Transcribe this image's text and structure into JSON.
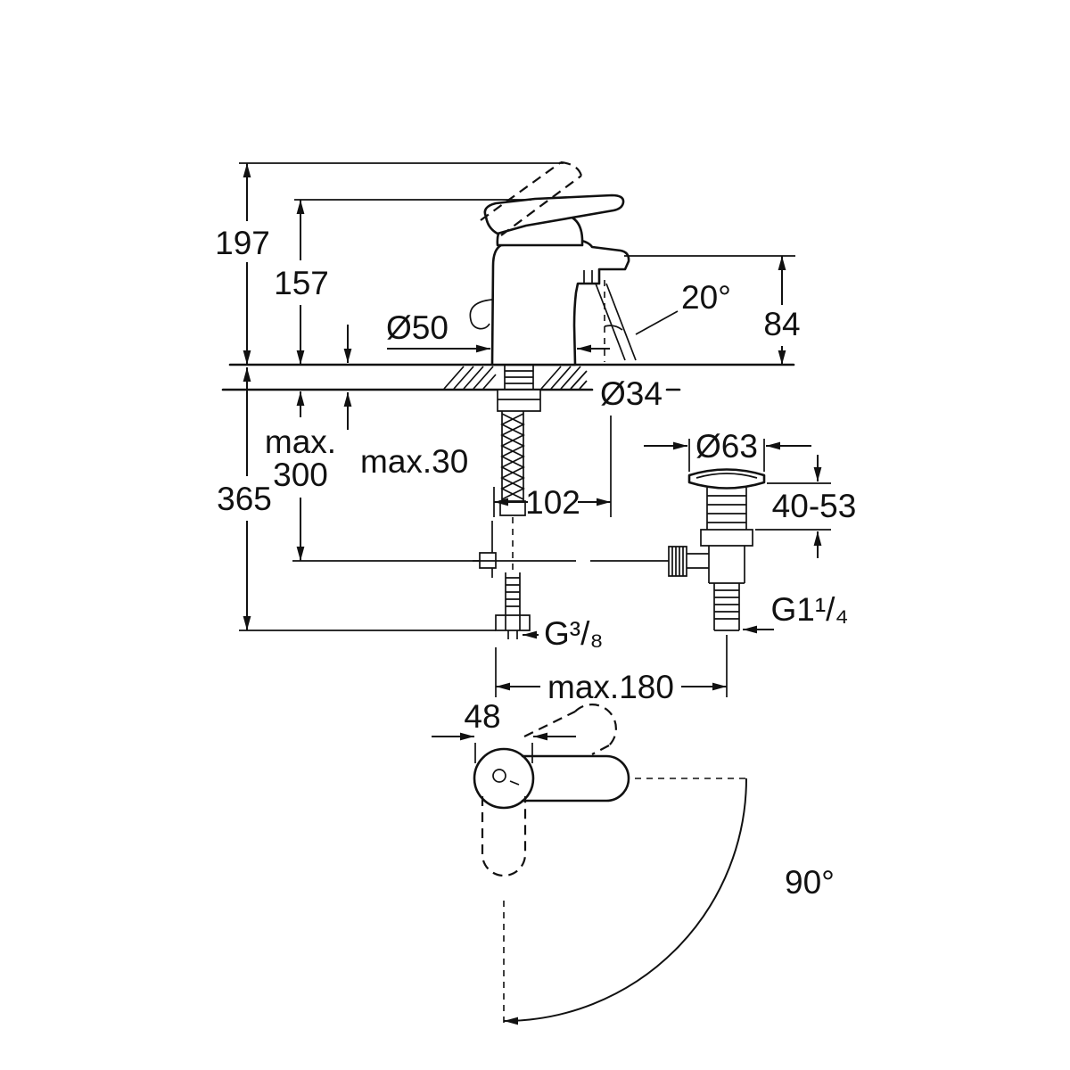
{
  "page": {
    "background": "#ffffff",
    "line_color": "#111111"
  },
  "side_view": {
    "total_height": "197",
    "spout_base_height": "157",
    "base_diameter": "Ø50",
    "stream_angle": "20°",
    "spout_outlet_height": "84",
    "max_depth_line1": "max.",
    "max_depth_line2": "300",
    "overall_height_below": "365",
    "max_deck_thickness": "max.30",
    "hole_diameter": "Ø34",
    "rod_offset": "102",
    "waste_flange_diameter": "Ø63",
    "waste_adjustment": "40-53",
    "waste_thread": "G1¹/₄",
    "supply_thread": "G³/₈",
    "max_installation_reach": "max.180"
  },
  "top_view": {
    "handle_width": "48",
    "handle_swivel_angle": "90°"
  }
}
